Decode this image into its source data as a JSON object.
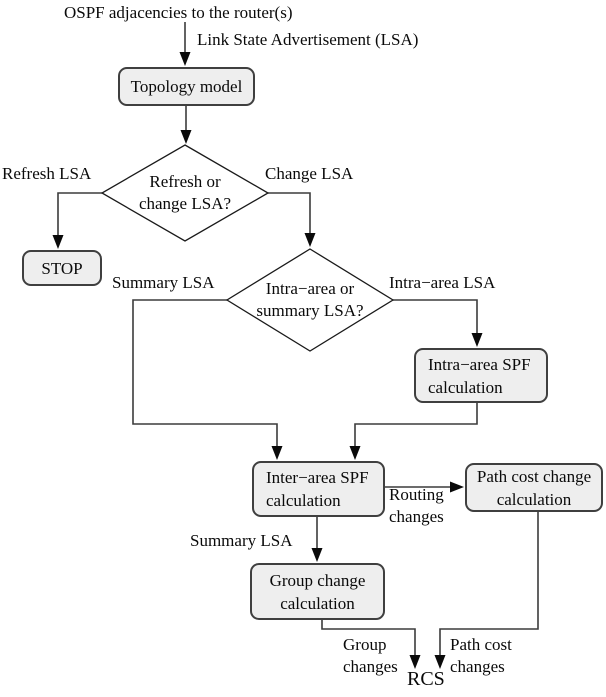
{
  "colors": {
    "background": "#ffffff",
    "node_fill": "#eeeeee",
    "node_border": "#3f3f3f",
    "edge_line": "#3c3c3c",
    "text": "#0a0a0a",
    "diamond_fill": "#ffffff"
  },
  "annotations": {
    "source": "OSPF adjacencies to the router(s)",
    "input_edge": "Link State Advertisement (LSA)",
    "refresh_branch": "Refresh LSA",
    "change_branch": "Change LSA",
    "summary_branch": "Summary LSA",
    "intra_area_branch": "Intra−area LSA",
    "routing_changes": "Routing\nchanges",
    "summary_lsa_edge": "Summary LSA",
    "group_changes": "Group\nchanges",
    "path_cost_changes": "Path cost\nchanges",
    "sink": "RCS"
  },
  "nodes": {
    "topology_model": "Topology model",
    "stop": "STOP",
    "intra_area_spf": "Intra−area SPF\ncalculation",
    "inter_area_spf": "Inter−area SPF\ncalculation",
    "path_cost_change": "Path cost change\ncalculation",
    "group_change": "Group change\ncalculation"
  },
  "decisions": {
    "refresh_or_change": "Refresh or\nchange LSA?",
    "intra_or_summary": "Intra−area or\nsummary LSA?"
  }
}
